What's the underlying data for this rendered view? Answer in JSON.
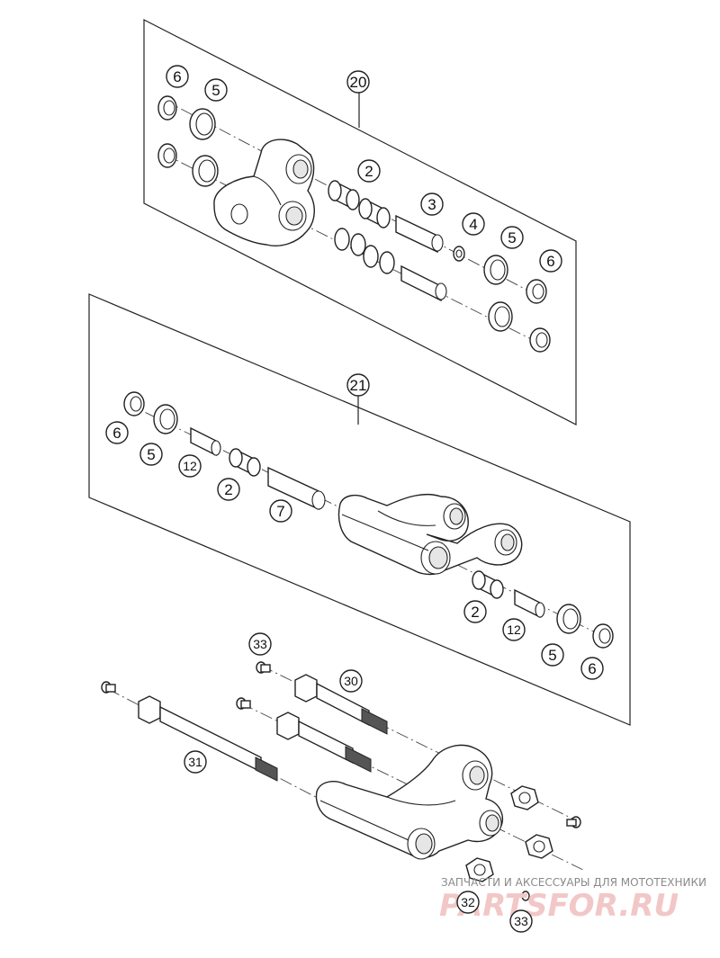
{
  "callouts": {
    "c20": "20",
    "c21": "21",
    "c30": "30",
    "c31": "31",
    "c33a": "33",
    "c33b": "33",
    "c32": "32",
    "a6": "6",
    "a5": "5",
    "a2": "2",
    "a3": "3",
    "a4": "4",
    "a5b": "5",
    "a6b": "6",
    "b6": "6",
    "b5": "5",
    "b12": "12",
    "b2": "2",
    "b7": "7",
    "b2b": "2",
    "b12b": "12",
    "b5b": "5",
    "b6b": "6"
  },
  "watermark": {
    "caption": "ЗАПЧАСТИ И АКСЕССУАРЫ ДЛЯ МОТОТЕХНИКИ",
    "logo": "PARTSFOR.RU"
  },
  "colors": {
    "line": "#222222",
    "watermark_logo": "#f2c7c7"
  }
}
